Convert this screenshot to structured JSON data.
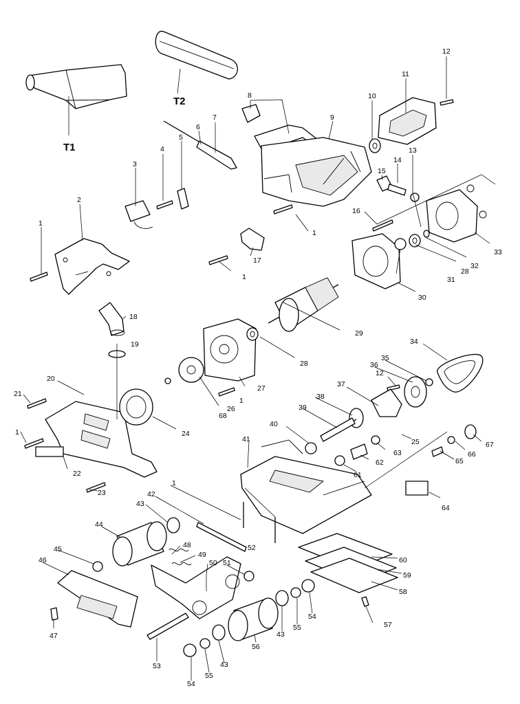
{
  "callouts": [
    {
      "id": "t1",
      "text": "T1"
    },
    {
      "id": "t2",
      "text": "T2"
    },
    {
      "id": "c1a",
      "text": "1"
    },
    {
      "id": "c1b",
      "text": "1"
    },
    {
      "id": "c1c",
      "text": "1"
    },
    {
      "id": "c1d",
      "text": "1"
    },
    {
      "id": "c1e",
      "text": "1"
    },
    {
      "id": "c1f",
      "text": "1"
    },
    {
      "id": "c2",
      "text": "2"
    },
    {
      "id": "c3",
      "text": "3"
    },
    {
      "id": "c4",
      "text": "4"
    },
    {
      "id": "c5",
      "text": "5"
    },
    {
      "id": "c6",
      "text": "6"
    },
    {
      "id": "c7",
      "text": "7"
    },
    {
      "id": "c8",
      "text": "8"
    },
    {
      "id": "c9",
      "text": "9"
    },
    {
      "id": "c10",
      "text": "10"
    },
    {
      "id": "c11",
      "text": "11"
    },
    {
      "id": "c12a",
      "text": "12"
    },
    {
      "id": "c12b",
      "text": "12"
    },
    {
      "id": "c13",
      "text": "13"
    },
    {
      "id": "c14",
      "text": "14"
    },
    {
      "id": "c15",
      "text": "15"
    },
    {
      "id": "c16",
      "text": "16"
    },
    {
      "id": "c17",
      "text": "17"
    },
    {
      "id": "c18",
      "text": "18"
    },
    {
      "id": "c19",
      "text": "19"
    },
    {
      "id": "c20",
      "text": "20"
    },
    {
      "id": "c21",
      "text": "21"
    },
    {
      "id": "c22",
      "text": "22"
    },
    {
      "id": "c23",
      "text": "23"
    },
    {
      "id": "c24",
      "text": "24"
    },
    {
      "id": "c25",
      "text": "25"
    },
    {
      "id": "c26",
      "text": "26"
    },
    {
      "id": "c27",
      "text": "27"
    },
    {
      "id": "c28a",
      "text": "28"
    },
    {
      "id": "c28b",
      "text": "28"
    },
    {
      "id": "c29",
      "text": "29"
    },
    {
      "id": "c30",
      "text": "30"
    },
    {
      "id": "c31",
      "text": "31"
    },
    {
      "id": "c32",
      "text": "32"
    },
    {
      "id": "c33",
      "text": "33"
    },
    {
      "id": "c34",
      "text": "34"
    },
    {
      "id": "c35",
      "text": "35"
    },
    {
      "id": "c36",
      "text": "36"
    },
    {
      "id": "c37",
      "text": "37"
    },
    {
      "id": "c38",
      "text": "38"
    },
    {
      "id": "c39",
      "text": "39"
    },
    {
      "id": "c40",
      "text": "40"
    },
    {
      "id": "c41",
      "text": "41"
    },
    {
      "id": "c42",
      "text": "42"
    },
    {
      "id": "c43a",
      "text": "43"
    },
    {
      "id": "c43b",
      "text": "43"
    },
    {
      "id": "c43c",
      "text": "43"
    },
    {
      "id": "c44",
      "text": "44"
    },
    {
      "id": "c45",
      "text": "45"
    },
    {
      "id": "c46",
      "text": "46"
    },
    {
      "id": "c47",
      "text": "47"
    },
    {
      "id": "c48",
      "text": "48"
    },
    {
      "id": "c49",
      "text": "49"
    },
    {
      "id": "c50",
      "text": "50"
    },
    {
      "id": "c51",
      "text": "51"
    },
    {
      "id": "c52",
      "text": "52"
    },
    {
      "id": "c53",
      "text": "53"
    },
    {
      "id": "c54a",
      "text": "54"
    },
    {
      "id": "c54b",
      "text": "54"
    },
    {
      "id": "c55a",
      "text": "55"
    },
    {
      "id": "c55b",
      "text": "55"
    },
    {
      "id": "c56",
      "text": "56"
    },
    {
      "id": "c57",
      "text": "57"
    },
    {
      "id": "c58",
      "text": "58"
    },
    {
      "id": "c59",
      "text": "59"
    },
    {
      "id": "c60",
      "text": "60"
    },
    {
      "id": "c61",
      "text": "61"
    },
    {
      "id": "c62",
      "text": "62"
    },
    {
      "id": "c63",
      "text": "63"
    },
    {
      "id": "c64",
      "text": "64"
    },
    {
      "id": "c65",
      "text": "65"
    },
    {
      "id": "c66",
      "text": "66"
    },
    {
      "id": "c67",
      "text": "67"
    },
    {
      "id": "c68",
      "text": "68"
    }
  ]
}
